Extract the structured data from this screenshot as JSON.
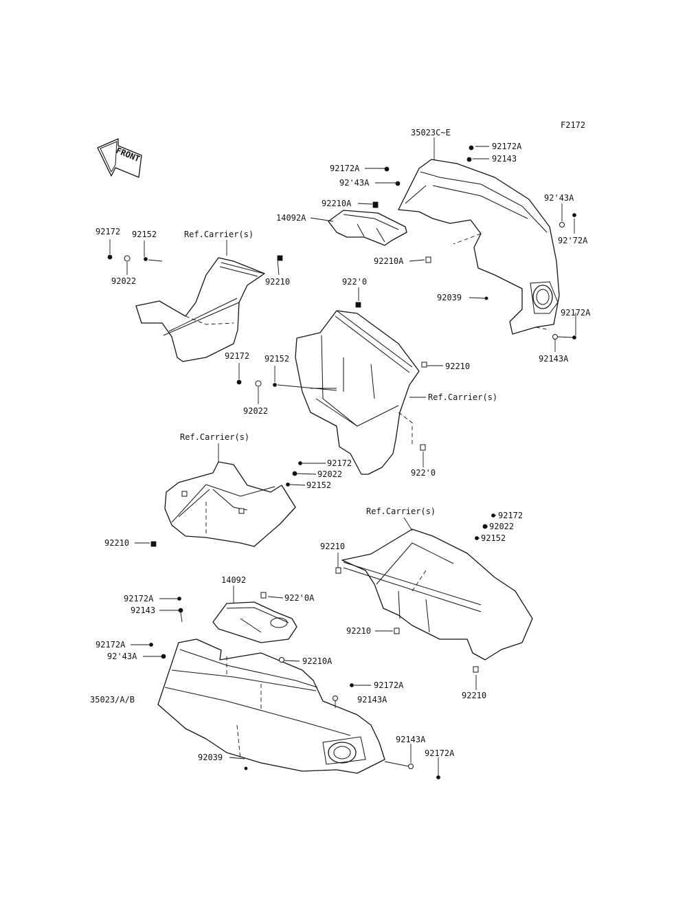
{
  "figure_code": "F2172",
  "front_label": "FRONT",
  "labels": {
    "p35023CE": "35023C~E",
    "p92172A_1": "92172A",
    "p92143_1": "92143",
    "p92172A_2": "92172A",
    "p92143A_1": "92'43A",
    "p92210A_1": "92210A",
    "p14092A": "14092A",
    "p92143A_2": "92'43A",
    "p92172A_3": "92'72A",
    "p92210A_2": "92210A",
    "p92039_1": "92039",
    "p92172A_4": "92172A",
    "p92143A_3": "92143A",
    "p92172_1": "92172",
    "p92152_1": "92152",
    "refcarrier_1": "Ref.Carrier(s)",
    "p92022_1": "92022",
    "p92210_1": "92210",
    "p92210_2": "922'0",
    "p92172_2": "92172",
    "p92152_2": "92152",
    "p92210_3": "92210",
    "refcarrier_2": "Ref.Carrier(s)",
    "p92022_2": "92022",
    "p92210_4": "922'0",
    "refcarrier_3": "Ref.Carrier(s)",
    "p92172_3": "92172",
    "p92022_3": "92022",
    "p92152_3": "92152",
    "p92210_5": "92210",
    "refcarrier_4": "Ref.Carrier(s)",
    "p92172_4": "92172",
    "p92022_4": "92022",
    "p92152_4": "92152",
    "p92210_6": "92210",
    "p14092": "14092",
    "p92210A_3": "922'0A",
    "p92172A_5": "92172A",
    "p92143_2": "92143",
    "p92210_7": "92210",
    "p92172A_6": "92172A",
    "p92143A_4": "92'43A",
    "p92210A_4": "92210A",
    "p92172A_7": "92172A",
    "p92143A_5": "92143A",
    "p35023AB": "35023/A/B",
    "p92143A_6": "92143A",
    "p92172A_8": "92172A",
    "p92039_2": "92039",
    "p92210_8": "92210"
  }
}
